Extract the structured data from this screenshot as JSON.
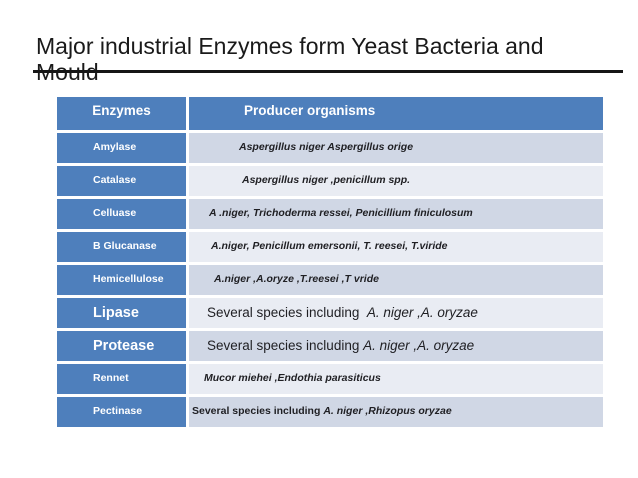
{
  "slide": {
    "title": "Major industrial Enzymes form Yeast Bacteria and\nMould"
  },
  "table": {
    "headers": [
      "Enzymes",
      "Producer organisms"
    ],
    "rows": [
      {
        "enzyme": "Amylase",
        "prefix": "",
        "species": "Aspergillus niger Aspergillus orige"
      },
      {
        "enzyme": "Catalase",
        "prefix": "",
        "species": "Aspergillus niger ,penicillum spp."
      },
      {
        "enzyme": "Celluase",
        "prefix": "",
        "species": "A .niger, Trichoderma ressei, Penicillium finiculosum"
      },
      {
        "enzyme": "B Glucanase",
        "prefix": "",
        "species": "A.niger, Penicillum emersonii, T. reesei, T.viride"
      },
      {
        "enzyme": "Hemicellulose",
        "prefix": "",
        "species": "A.niger ,A.oryze ,T.reesei ,T vride"
      },
      {
        "enzyme": "Lipase",
        "prefix": "Several species including  ",
        "species": "A. niger ,A. oryzae"
      },
      {
        "enzyme": "Protease",
        "prefix": "Several species including ",
        "species": "A. niger ,A. oryzae"
      },
      {
        "enzyme": "Rennet",
        "prefix": "",
        "species": "Mucor miehei ,Endothia parasiticus"
      },
      {
        "enzyme": "Pectinase",
        "prefix": "Several species including ",
        "species": "A. niger ,Rhizopus oryzae"
      }
    ]
  },
  "colors": {
    "header_blue": "#4e7fbc",
    "band_dark": "#d0d7e5",
    "band_light": "#e9ecf3",
    "title_text": "#1a1a1a",
    "underline": "#161616",
    "header_text": "#ffffff",
    "body_text": "#1f1f23"
  }
}
